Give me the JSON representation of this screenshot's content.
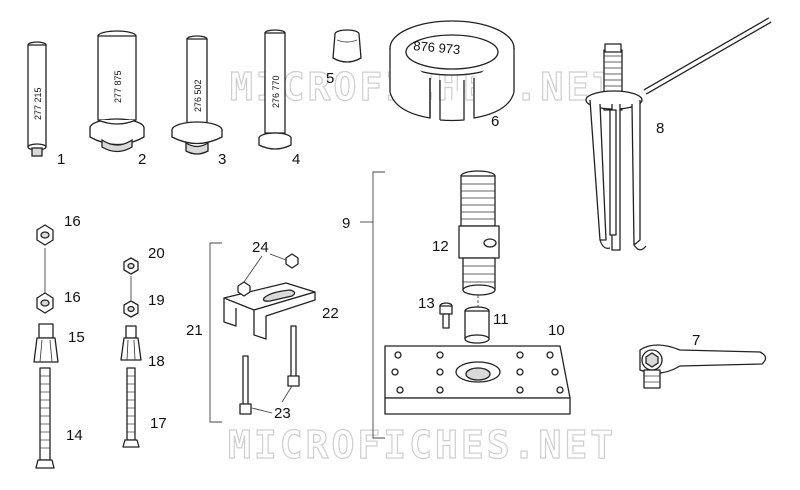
{
  "callouts": {
    "c1": "1",
    "c2": "2",
    "c3": "3",
    "c4": "4",
    "c5": "5",
    "c6": "6",
    "c7": "7",
    "c8": "8",
    "c9": "9",
    "c10": "10",
    "c11": "11",
    "c12": "12",
    "c13": "13",
    "c14": "14",
    "c15": "15",
    "c16a": "16",
    "c16b": "16",
    "c17": "17",
    "c18": "18",
    "c19": "19",
    "c20": "20",
    "c21": "21",
    "c22": "22",
    "c23": "23",
    "c24": "24"
  },
  "part_stamps": {
    "p1": "277 215",
    "p2": "277 875",
    "p3": "276 502",
    "p4": "276 770",
    "p6": "876 973"
  },
  "watermark": {
    "top": "MICROFICHES.NET",
    "bottom": "MICROFICHES.NET"
  }
}
